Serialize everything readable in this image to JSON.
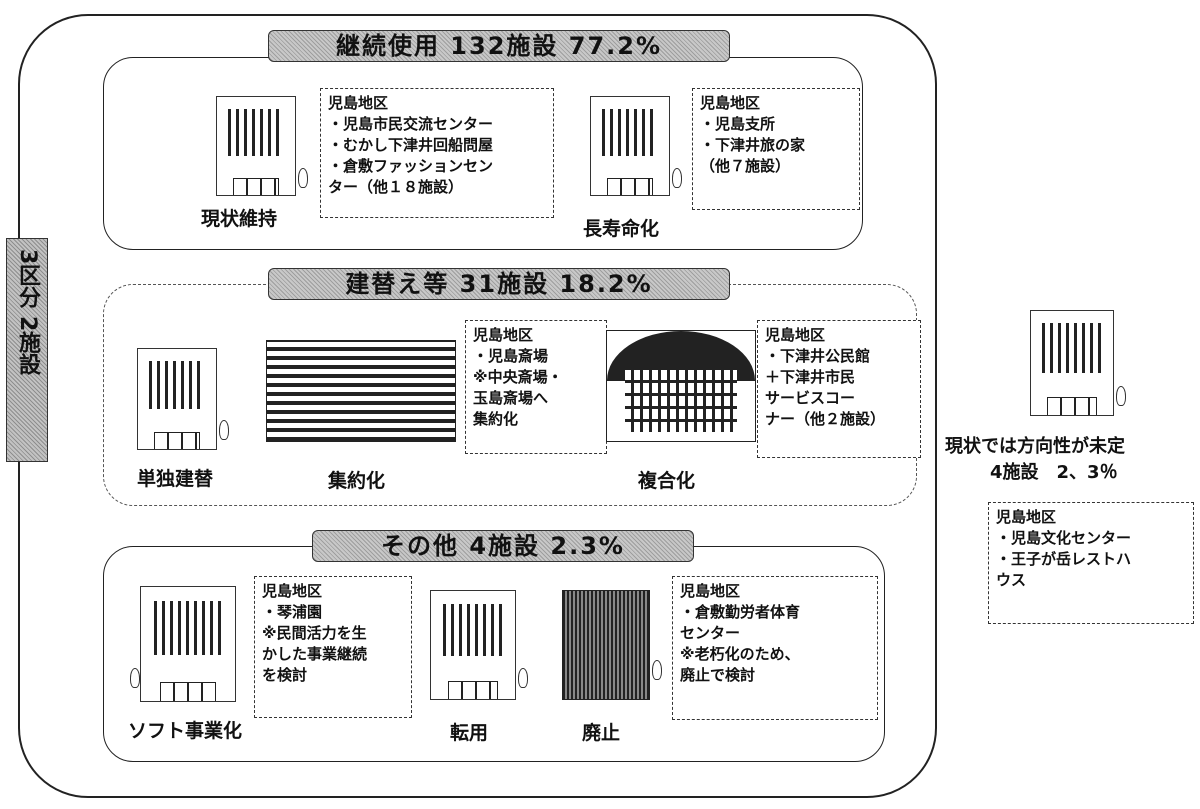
{
  "vertical_label": "3区分 2施設",
  "groups": {
    "continue": {
      "banner": "継続使用 132施設 77.2%",
      "items": [
        {
          "label": "現状維持",
          "note": "児島地区\n・児島市民交流センター\n・むかし下津井回船問屋\n・倉敷ファッションセン\nター（他１８施設）"
        },
        {
          "label": "長寿命化",
          "note": "児島地区\n・児島支所\n・下津井旅の家\n（他７施設）"
        }
      ]
    },
    "rebuild": {
      "banner": "建替え等 31施設 18.2%",
      "items": [
        {
          "label": "単独建替"
        },
        {
          "label": "集約化",
          "note": "児島地区\n・児島斎場\n※中央斎場・\n玉島斎場へ\n集約化"
        },
        {
          "label": "複合化",
          "note": "児島地区\n・下津井公民館\n＋下津井市民\nサービスコー\nナー（他２施設）"
        }
      ]
    },
    "other": {
      "banner": "その他 4施設 2.3%",
      "items": [
        {
          "label": "ソフト事業化",
          "note": "児島地区\n・琴浦園\n※民間活力を生\nかした事業継続\nを検討"
        },
        {
          "label": "転用"
        },
        {
          "label": "廃止",
          "note": "児島地区\n・倉敷勤労者体育\nセンター\n※老朽化のため、\n廃止で検討"
        }
      ]
    }
  },
  "undecided": {
    "line1": "現状では方向性が未定",
    "line2": "4施設　2、3％",
    "note": "児島地区\n・児島文化センター\n・王子が岳レストハ\nウス"
  }
}
